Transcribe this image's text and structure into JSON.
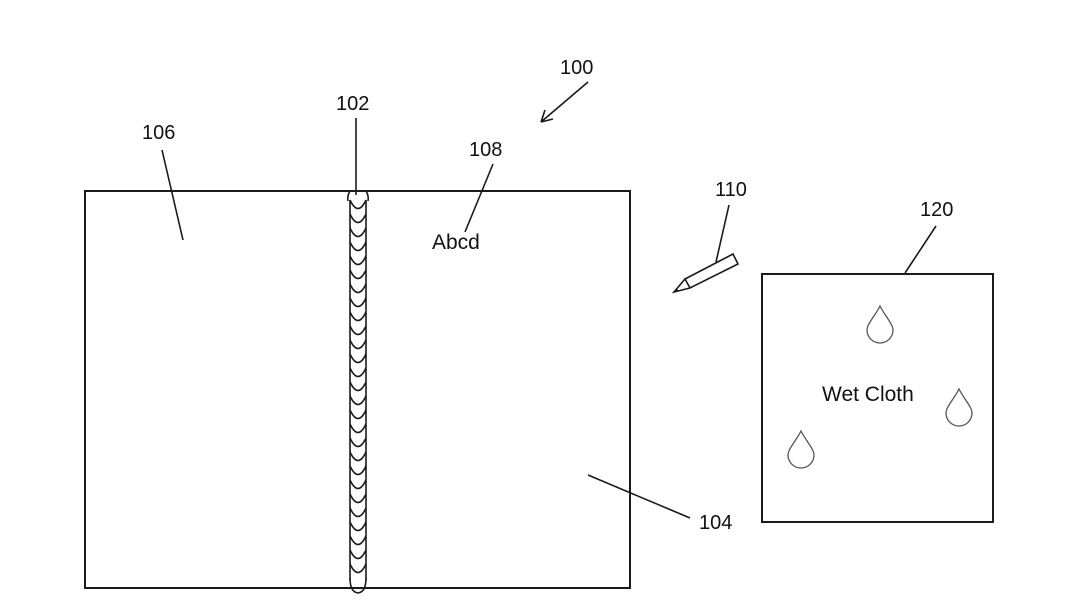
{
  "refs": {
    "device": "100",
    "seam": "102",
    "panel_right": "104",
    "panel_left": "106",
    "writing": "108",
    "pen": "110",
    "cloth": "120"
  },
  "writing_text": "Abcd",
  "cloth_label": "Wet Cloth",
  "colors": {
    "line": "#1a1a1a",
    "background": "#ffffff",
    "drop": "#555555"
  }
}
